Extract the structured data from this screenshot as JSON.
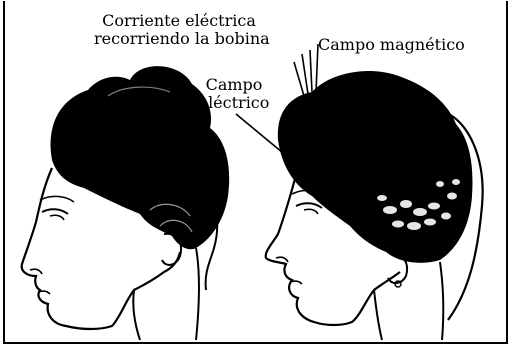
{
  "labels": {
    "current": {
      "line1": "Corriente eléctrica",
      "line2": "recorriendo la bobina"
    },
    "magnetic_field": "Campo magnético",
    "electric_field": {
      "line1": "Campo",
      "line2": "eléctrico"
    }
  },
  "colors": {
    "ink": "#000000",
    "paper": "#ffffff"
  }
}
